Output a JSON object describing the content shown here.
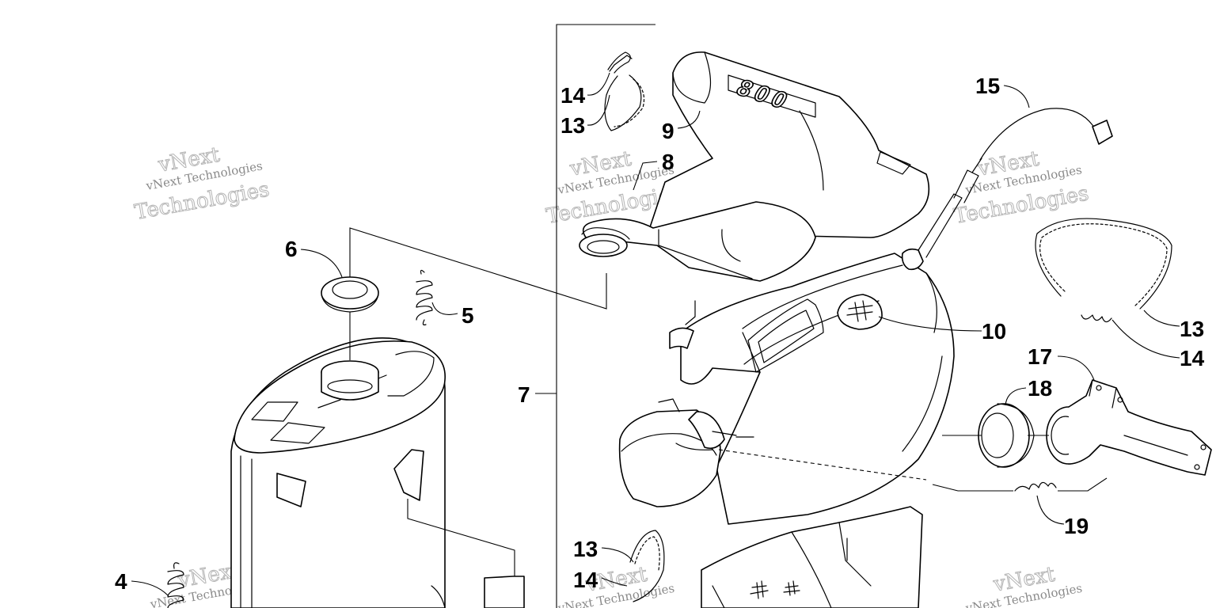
{
  "diagram": {
    "watermark": {
      "line1": "vNext Technologies",
      "big": "vNext",
      "big2": "Technologies"
    },
    "callouts": [
      {
        "id": "c14a",
        "label": "14"
      },
      {
        "id": "c13a",
        "label": "13"
      },
      {
        "id": "c9",
        "label": "9"
      },
      {
        "id": "c8",
        "label": "8"
      },
      {
        "id": "c15",
        "label": "15"
      },
      {
        "id": "c6",
        "label": "6"
      },
      {
        "id": "c5",
        "label": "5"
      },
      {
        "id": "c10",
        "label": "10"
      },
      {
        "id": "c13b",
        "label": "13"
      },
      {
        "id": "c14b",
        "label": "14"
      },
      {
        "id": "c17",
        "label": "17"
      },
      {
        "id": "c18",
        "label": "18"
      },
      {
        "id": "c7",
        "label": "7"
      },
      {
        "id": "c19",
        "label": "19"
      },
      {
        "id": "c13c",
        "label": "13"
      },
      {
        "id": "c14c",
        "label": "14"
      },
      {
        "id": "c4",
        "label": "4"
      }
    ],
    "part_markings": {
      "pipe_badge": "800"
    },
    "colors": {
      "line": "#000000",
      "background": "#ffffff",
      "watermark": "#b4b4b4"
    }
  }
}
